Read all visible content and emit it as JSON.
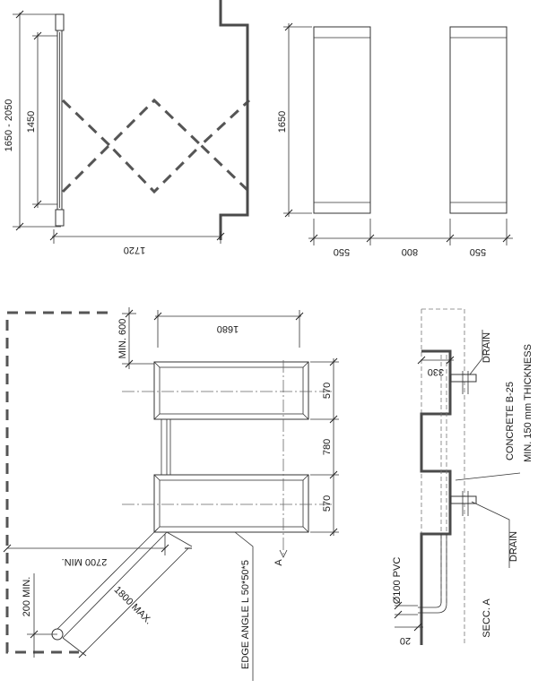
{
  "top_left_view": {
    "dim_total_height": "1650 - 2050",
    "dim_inner_height": "1450",
    "dim_width": "1720"
  },
  "top_right_view": {
    "dim_height": "1650",
    "dim_left_width": "550",
    "dim_gap": "800",
    "dim_right_width": "550"
  },
  "plan_view": {
    "dim_min_600": "MIN. 600",
    "dim_1680": "1680",
    "dim_570_top": "570",
    "dim_780": "780",
    "dim_570_bottom": "570",
    "dim_2700_min": "2700 MIN.",
    "dim_1800_max": "1800 MAX.",
    "dim_200_min": "200 MIN.",
    "edge_angle": "EDGE ANGLE L 50*50*5",
    "section_marker": "A"
  },
  "section_view": {
    "drain_top": "DRAIN",
    "concrete": "CONCRETE B-25",
    "thickness": "MIN. 150 mm THICKNESS",
    "dim_330": "330",
    "drain_bottom": "DRAIN",
    "pvc": "Ø100 PVC",
    "dim_20": "20",
    "section_title": "SECC. A"
  }
}
